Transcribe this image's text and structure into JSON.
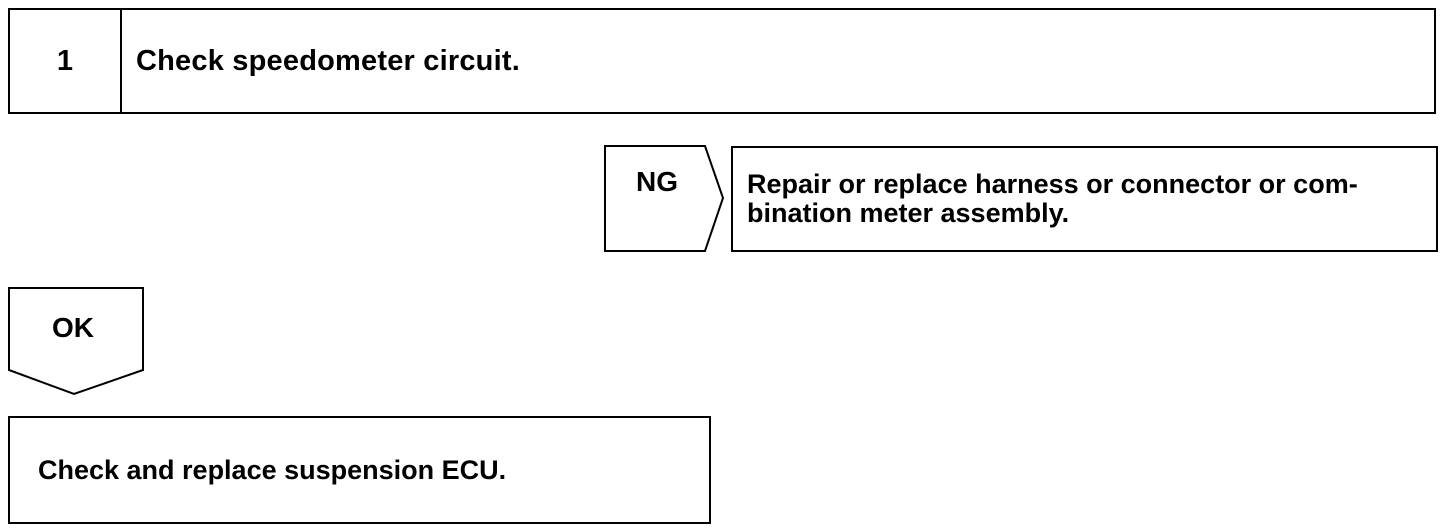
{
  "step": {
    "number": "1",
    "title": "Check speedometer circuit."
  },
  "ng_branch": {
    "label": "NG",
    "result_line1": "Repair or replace harness or connector or com-",
    "result_line2": "bination meter assembly."
  },
  "ok_branch": {
    "label": "OK"
  },
  "final_step": {
    "text": "Check and replace suspension ECU."
  }
}
